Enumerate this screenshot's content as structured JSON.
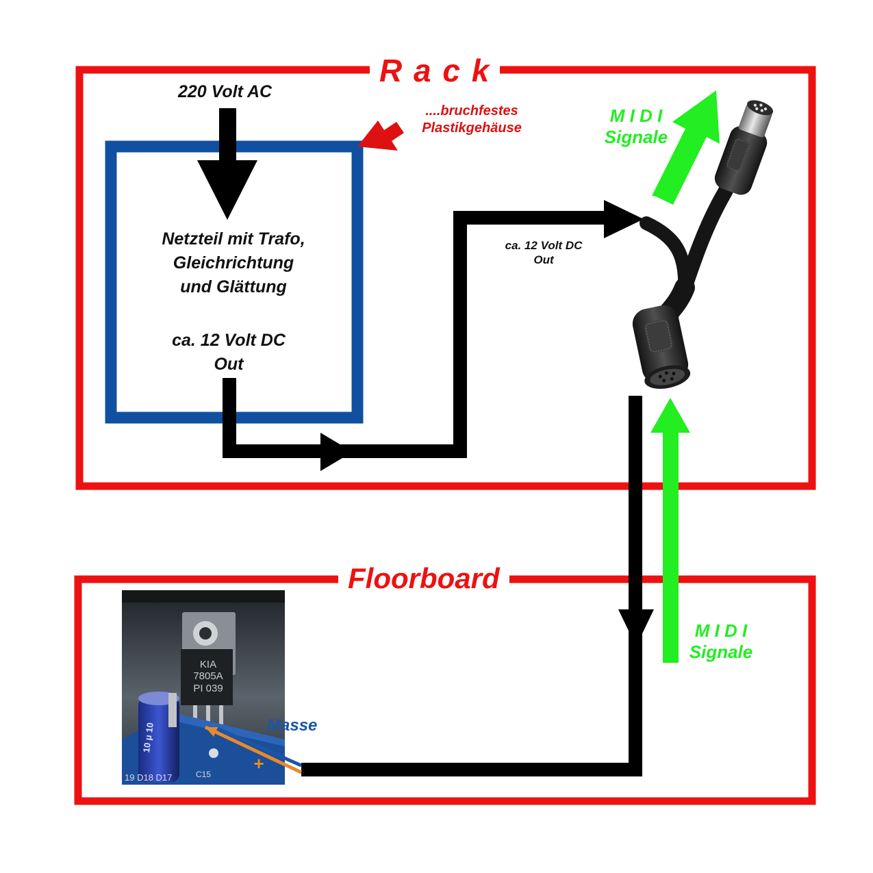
{
  "rack": {
    "title": "R a c k"
  },
  "floorboard": {
    "title": "Floorboard"
  },
  "psu": {
    "input_label": "220 Volt AC",
    "line1": "Netzteil mit Trafo,",
    "line2": "Gleichrichtung",
    "line3": "und Glättung",
    "out_line1": "ca. 12 Volt DC",
    "out_line2": "Out"
  },
  "housing_note": {
    "line1": "....bruchfestes",
    "line2": "Plastikgehäuse"
  },
  "dc_out_label": {
    "line1": "ca. 12 Volt DC",
    "line2": "Out"
  },
  "midi_top": {
    "line1": "M I D I",
    "line2": "Signale"
  },
  "midi_bottom": {
    "line1": "M I D I",
    "line2": "Signale"
  },
  "regulator_photo": {
    "chip_line1": "KIA",
    "chip_line2": "7805A",
    "chip_line3": "PI 039",
    "capacitor_text": "10 μ 10",
    "board_text": "19 D18 D17",
    "board_text2": "C15",
    "ground_label": "Masse",
    "plus_label": "+"
  },
  "colors": {
    "frame_red": "#ee1111",
    "psu_blue": "#1150a0",
    "midi_green": "#22ee22",
    "wire_black": "#000000",
    "note_red": "#dd1111",
    "ground_blue": "#1a55a8",
    "plus_orange": "#e88a2a"
  }
}
